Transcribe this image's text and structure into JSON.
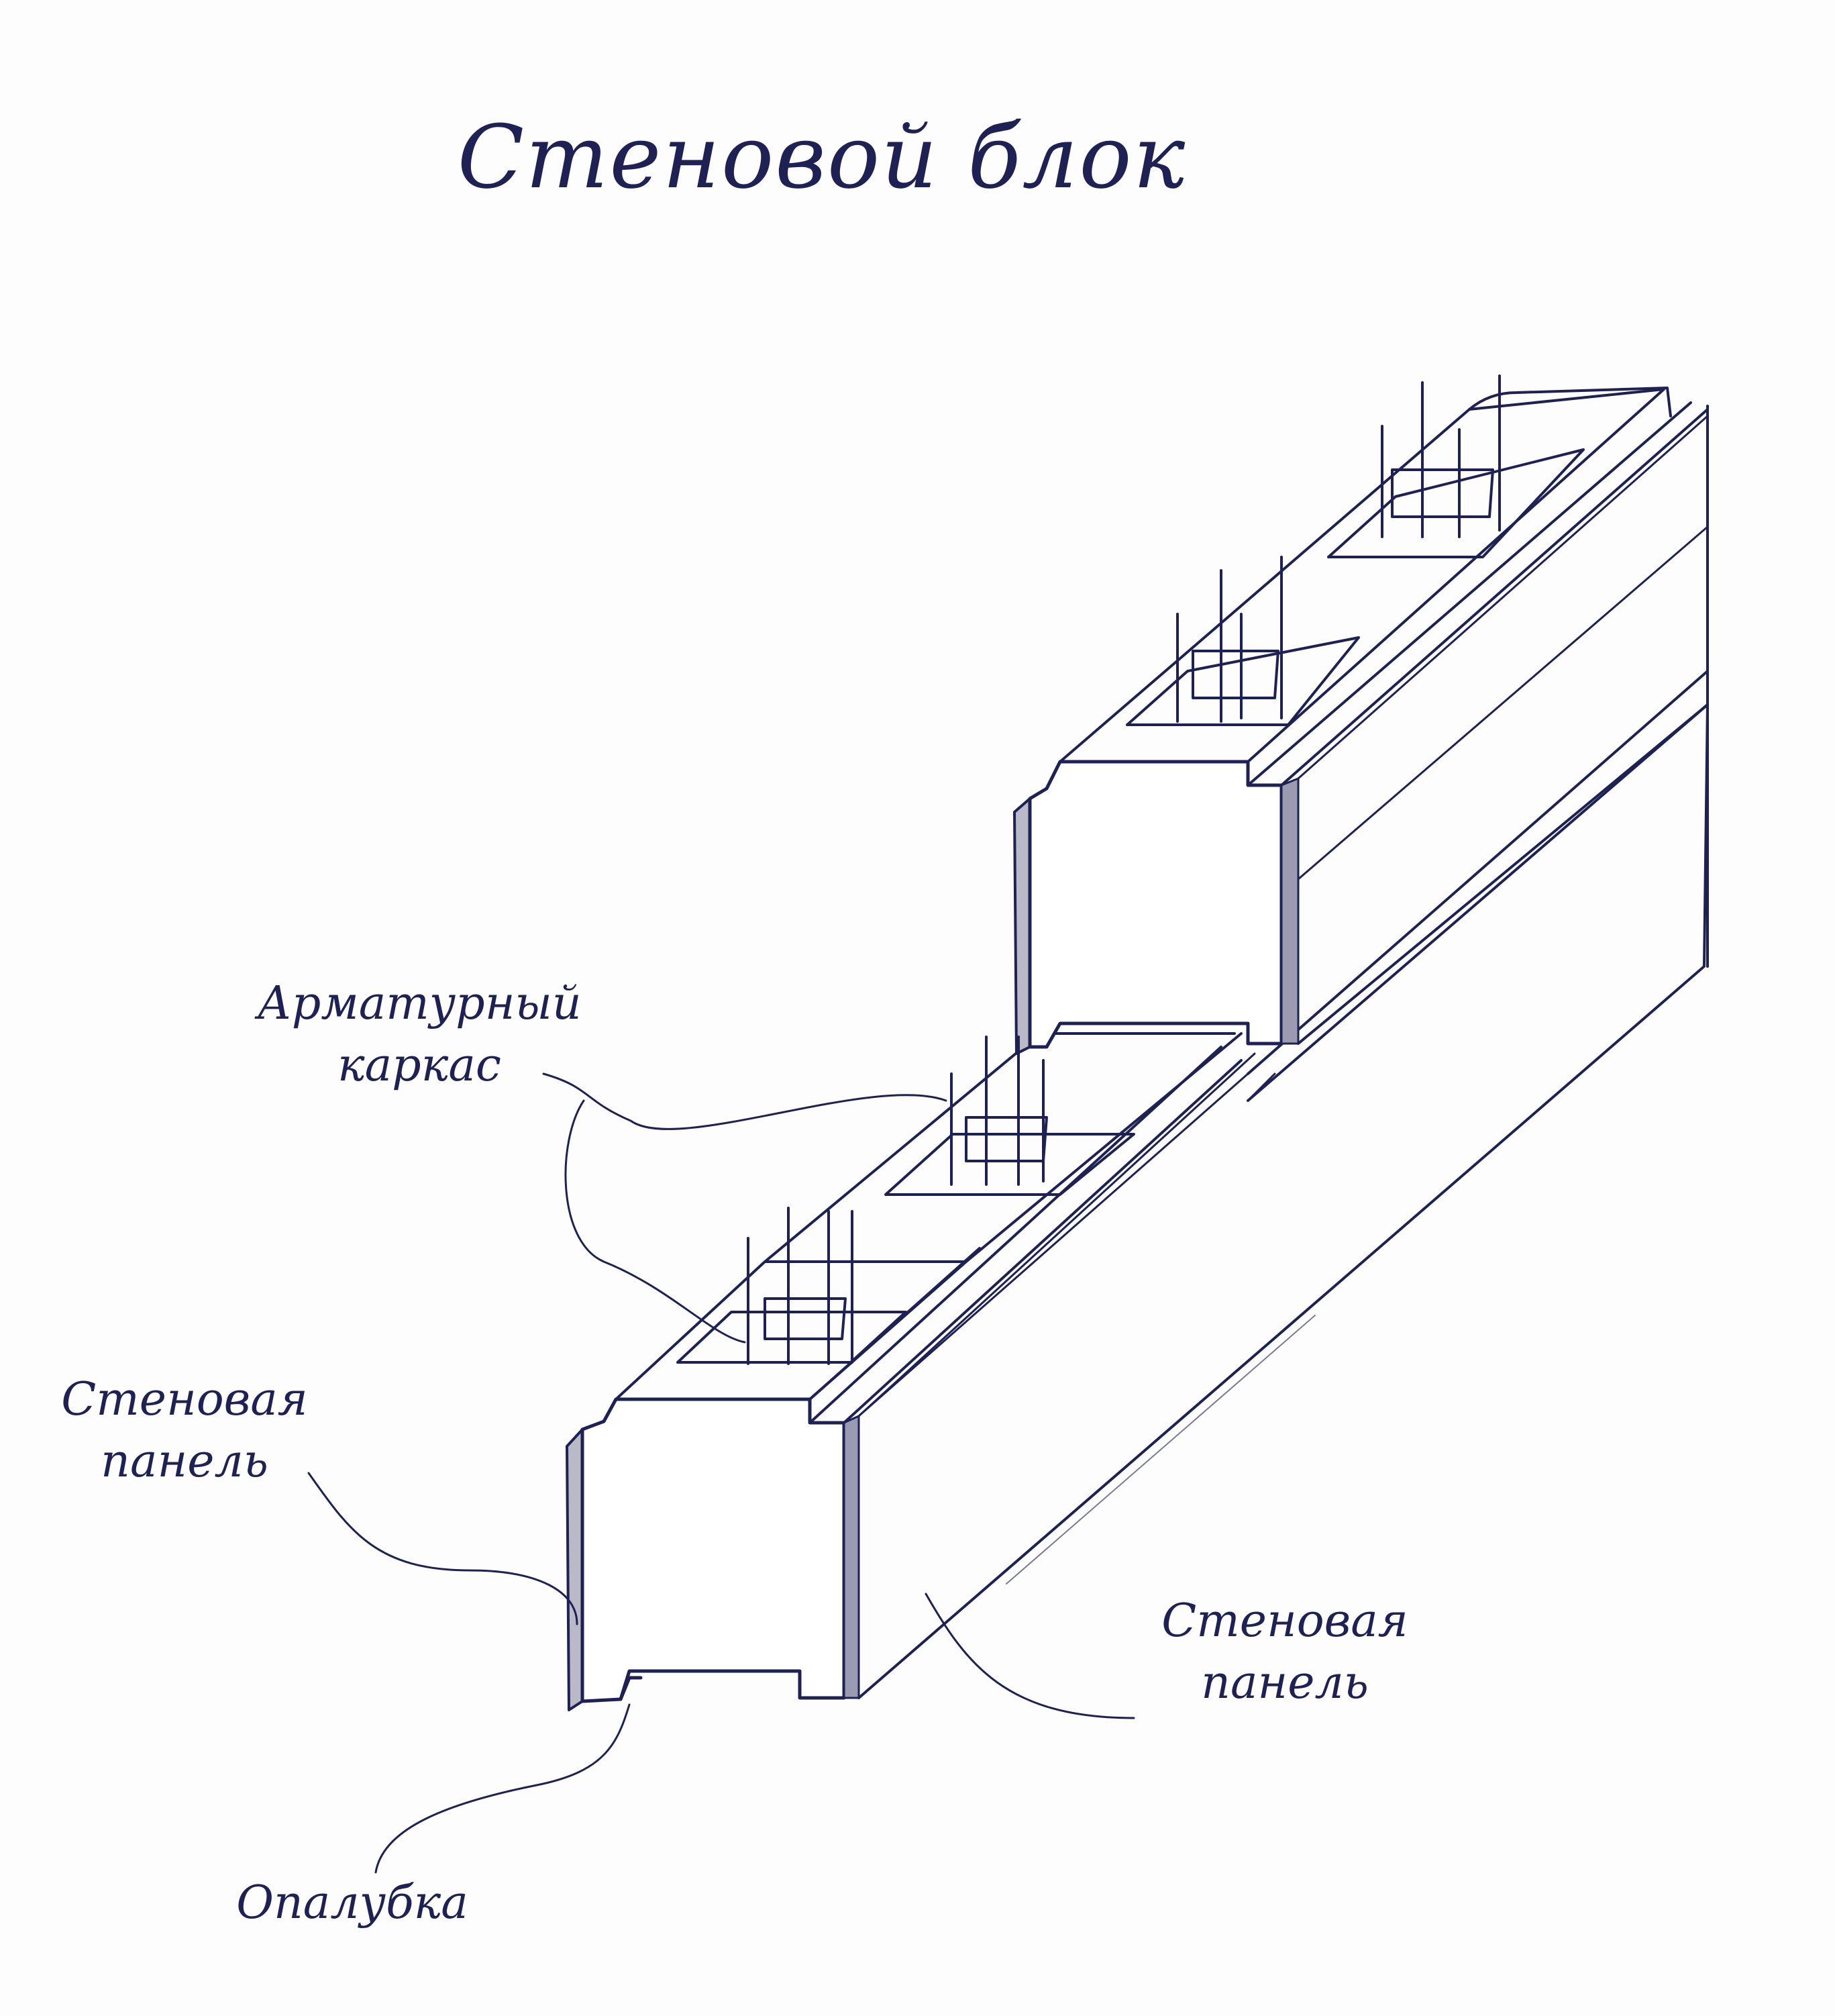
{
  "title": "Стеновой блок",
  "labels": {
    "reinforcement_frame": [
      "Арматурный",
      "каркас"
    ],
    "wall_panel_left": [
      "Стеновая",
      "панель"
    ],
    "wall_panel_right": [
      "Стеновая",
      "панель"
    ],
    "formwork": "Опалубка"
  },
  "colors": {
    "ink": "#1f2154",
    "shade": "#8a8aa0",
    "background": "#fdfdfd"
  }
}
